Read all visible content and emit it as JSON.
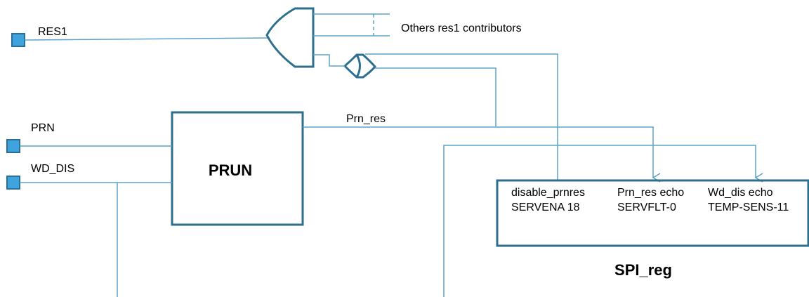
{
  "inputs": {
    "res1": "RES1",
    "prn": "PRN",
    "wd_dis": "WD_DIS"
  },
  "labels": {
    "others": "Others res1 contributors",
    "prn_res": "Prn_res"
  },
  "blocks": {
    "prun": "PRUN",
    "spi_reg_title": "SPI_reg"
  },
  "spi_fields": [
    {
      "name": "disable_prnres",
      "reg": "SERVENA 18"
    },
    {
      "name": "Prn_res echo",
      "reg": "SERVFLT-0"
    },
    {
      "name": "Wd_dis echo",
      "reg": "TEMP-SENS-11"
    }
  ],
  "colors": {
    "wire": "#5ba3c9",
    "block_border": "#2e6e8e",
    "port_fill": "#3fa3dd"
  }
}
